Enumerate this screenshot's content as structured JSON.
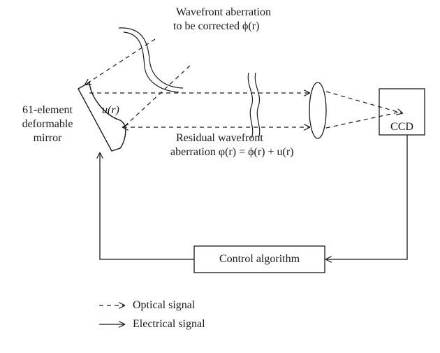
{
  "labels": {
    "wavefront_line1": "Wavefront aberration",
    "wavefront_line2": "to be corrected ϕ(r)",
    "mirror_line1": "61-element",
    "mirror_line2": "deformable",
    "mirror_line3": "mirror",
    "u_r": "u(r)",
    "residual_line1": "Residual wavefront",
    "residual_line2": "aberration φ(r) = ϕ(r) + u(r)",
    "ccd": "CCD",
    "control": "Control algorithm"
  },
  "legend": {
    "optical": "Optical signal",
    "electrical": "Electrical signal"
  },
  "colors": {
    "stroke": "#1a1a1a",
    "background": "#ffffff"
  }
}
